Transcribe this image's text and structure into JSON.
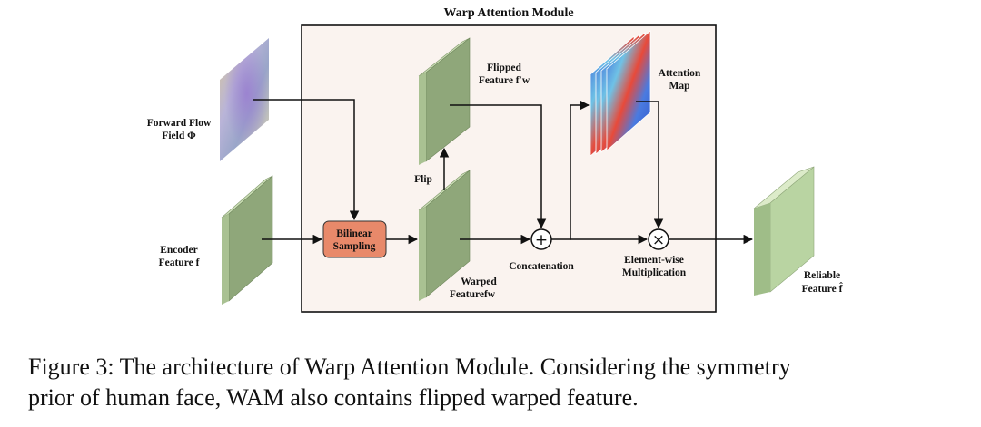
{
  "module": {
    "title": "Warp Attention Module"
  },
  "inputs": {
    "flow_line1": "Forward Flow",
    "flow_line2": "Field Φ",
    "encoder_line1": "Encoder",
    "encoder_line2": "Feature f"
  },
  "blocks": {
    "bilinear_line1": "Bilinear",
    "bilinear_line2": "Sampling"
  },
  "features": {
    "flipped_line1": "Flipped",
    "flipped_line2": "Feature f′w",
    "warped_line1": "Warped",
    "warped_line2": "Featurefw",
    "attention_line1": "Attention",
    "attention_line2": "Map",
    "reliable_line1": "Reliable",
    "reliable_line2": "Feature f̂"
  },
  "ops": {
    "flip": "Flip",
    "concatenation": "Concatenation",
    "multiply_line1": "Element-wise",
    "multiply_line2": "Multiplication",
    "plus_symbol": "+",
    "times_symbol": "×"
  },
  "caption": {
    "line1": "Figure 3: The architecture of Warp Attention Module. Considering the symmetry",
    "line2": "prior of human face, WAM also contains flipped warped feature."
  },
  "colors": {
    "module_fill": "#faf3ef",
    "feature_face": "#8fa77a",
    "feature_side": "#c9dcb4",
    "reliable_face": "#b9d4a2",
    "bilinear_fill": "#e8896a"
  }
}
